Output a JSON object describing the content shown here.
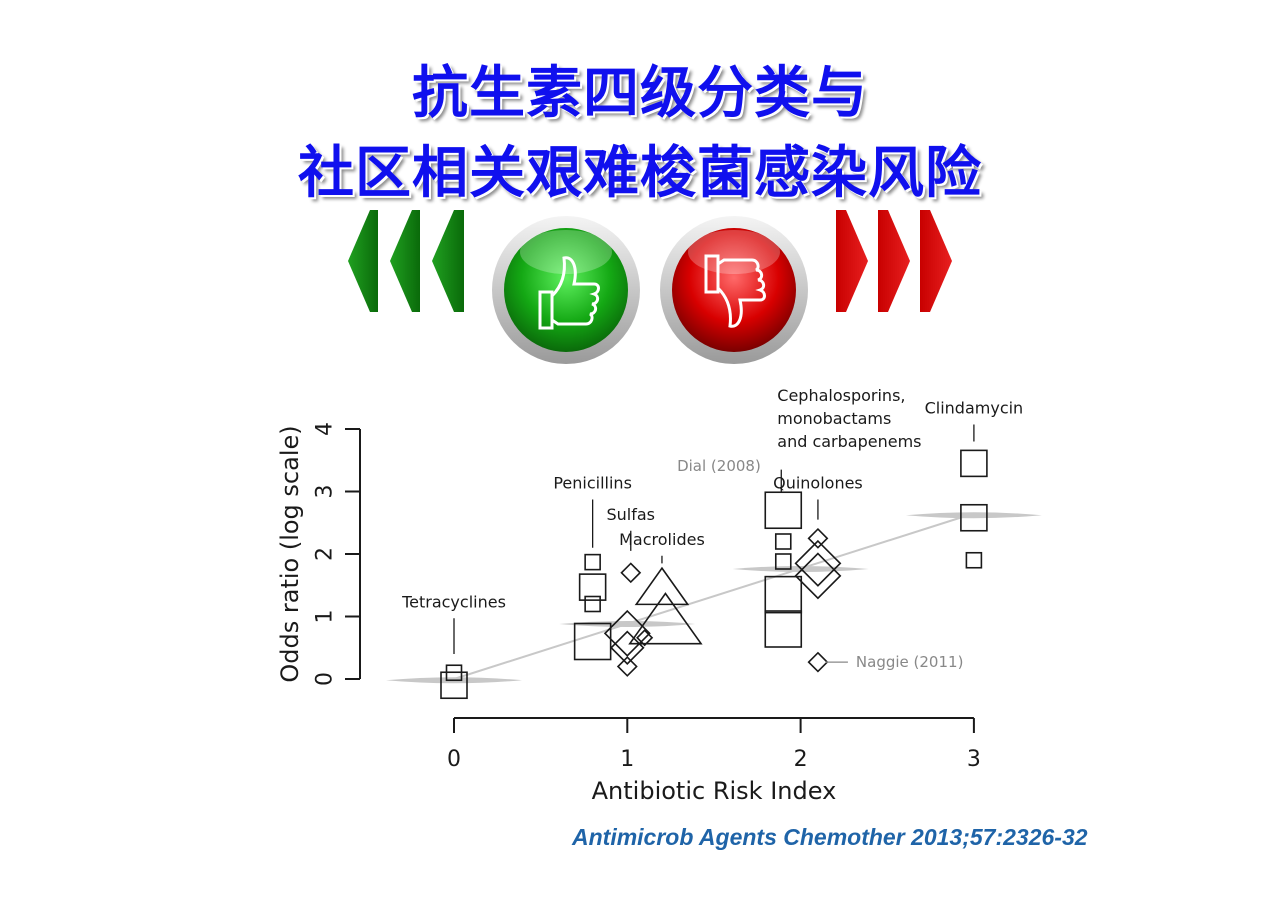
{
  "title": {
    "line1": "抗生素四级分类与",
    "line2": "社区相关艰难梭菌感染风险"
  },
  "citation": "Antimicrob Agents Chemother 2013;57:2326-32",
  "colors": {
    "title": "#1010ee",
    "citation": "#1f64a8",
    "good": "#1a8a1a",
    "bad": "#cc0000",
    "marker_stroke": "#1a1a1a",
    "pooled_band": "#c8c8c8",
    "regression_line": "#c8c8c8",
    "annotation_gray": "#888888"
  },
  "icons": [
    "arrow-left-icon",
    "thumbs-up-icon",
    "thumbs-down-icon",
    "arrow-right-icon"
  ],
  "chart_data": {
    "type": "scatter",
    "xlabel": "Antibiotic Risk Index",
    "ylabel": "Odds ratio (log scale)",
    "xlim": [
      0,
      3
    ],
    "ylim": [
      0,
      4
    ],
    "xticks": [
      0,
      1,
      2,
      3
    ],
    "yticks": [
      0,
      1,
      2,
      3,
      4
    ],
    "regression_line": {
      "x": [
        0,
        3
      ],
      "y": [
        0,
        2.65
      ]
    },
    "pooled_estimates": [
      {
        "x": 0,
        "y": -0.02
      },
      {
        "x": 1,
        "y": 0.88
      },
      {
        "x": 2,
        "y": 1.76
      },
      {
        "x": 3,
        "y": 2.62
      }
    ],
    "points": [
      {
        "group": "Tetracyclines",
        "shape": "square",
        "x": 0.0,
        "y": 0.1,
        "size": "small"
      },
      {
        "group": "Tetracyclines",
        "shape": "square",
        "x": 0.0,
        "y": -0.1,
        "size": "medium"
      },
      {
        "group": "Penicillins",
        "shape": "square",
        "x": 0.8,
        "y": 1.87,
        "size": "small"
      },
      {
        "group": "Penicillins",
        "shape": "square",
        "x": 0.8,
        "y": 1.47,
        "size": "medium"
      },
      {
        "group": "Penicillins",
        "shape": "square",
        "x": 0.8,
        "y": 1.2,
        "size": "small"
      },
      {
        "group": "Penicillins",
        "shape": "square",
        "x": 0.8,
        "y": 0.6,
        "size": "large"
      },
      {
        "group": "Sulfas",
        "shape": "diamond",
        "x": 1.02,
        "y": 1.7,
        "size": "small"
      },
      {
        "group": "Sulfas",
        "shape": "diamond",
        "x": 1.0,
        "y": 0.73,
        "size": "large"
      },
      {
        "group": "Sulfas",
        "shape": "diamond",
        "x": 1.0,
        "y": 0.5,
        "size": "medium"
      },
      {
        "group": "Sulfas",
        "shape": "diamond",
        "x": 1.0,
        "y": 0.2,
        "size": "small"
      },
      {
        "group": "Sulfas",
        "shape": "diamond",
        "x": 1.1,
        "y": 0.66,
        "size": "tiny"
      },
      {
        "group": "Macrolides",
        "shape": "triangle",
        "x": 1.2,
        "y": 1.4,
        "size": "medium"
      },
      {
        "group": "Macrolides",
        "shape": "triangle",
        "x": 1.22,
        "y": 0.85,
        "size": "large"
      },
      {
        "group": "Cephalosporins, monobactams and carbapenems",
        "shape": "square",
        "x": 1.9,
        "y": 2.7,
        "size": "large"
      },
      {
        "group": "Cephalosporins, monobactams and carbapenems",
        "shape": "square",
        "x": 1.9,
        "y": 2.2,
        "size": "small"
      },
      {
        "group": "Cephalosporins, monobactams and carbapenems",
        "shape": "square",
        "x": 1.9,
        "y": 1.88,
        "size": "small"
      },
      {
        "group": "Cephalosporins, monobactams and carbapenems",
        "shape": "square",
        "x": 1.9,
        "y": 1.35,
        "size": "large"
      },
      {
        "group": "Cephalosporins, monobactams and carbapenems",
        "shape": "square",
        "x": 1.9,
        "y": 0.8,
        "size": "large"
      },
      {
        "group": "Quinolones",
        "shape": "diamond",
        "x": 2.1,
        "y": 2.25,
        "size": "small"
      },
      {
        "group": "Quinolones",
        "shape": "diamond",
        "x": 2.1,
        "y": 1.85,
        "size": "large"
      },
      {
        "group": "Quinolones",
        "shape": "diamond",
        "x": 2.1,
        "y": 1.65,
        "size": "large"
      },
      {
        "group": "Quinolones",
        "shape": "diamond",
        "x": 2.1,
        "y": 0.27,
        "size": "small"
      },
      {
        "group": "Clindamycin",
        "shape": "square",
        "x": 3.0,
        "y": 3.45,
        "size": "medium"
      },
      {
        "group": "Clindamycin",
        "shape": "square",
        "x": 3.0,
        "y": 2.58,
        "size": "medium"
      },
      {
        "group": "Clindamycin",
        "shape": "square",
        "x": 3.0,
        "y": 1.9,
        "size": "small"
      }
    ],
    "labels": [
      {
        "text": "Tetracyclines",
        "x": 0.0,
        "y": 1.1,
        "leader_to": 0.4,
        "color": "dark"
      },
      {
        "text": "Penicillins",
        "x": 0.8,
        "y": 3.0,
        "leader_to": 2.1,
        "color": "dark"
      },
      {
        "text": "Sulfas",
        "x": 1.02,
        "y": 2.5,
        "leader_to": 2.05,
        "color": "dark"
      },
      {
        "text": "Macrolides",
        "x": 1.2,
        "y": 2.1,
        "leader_to": 1.85,
        "color": "dark"
      },
      {
        "text": "Quinolones",
        "x": 2.1,
        "y": 3.0,
        "leader_to": 2.55,
        "color": "dark"
      },
      {
        "text": "Clindamycin",
        "x": 3.0,
        "y": 4.2,
        "leader_to": 3.8,
        "color": "dark"
      }
    ],
    "ceph_label": {
      "lines": [
        "Cephalosporins,",
        "monobactams",
        "and carbapenems"
      ],
      "x": 1.9,
      "y": 4.45,
      "leader_from": 3.35,
      "leader_to": 3.0
    },
    "dial_label": {
      "text": "Dial (2008)",
      "x": 1.5,
      "y": 3.33
    },
    "naggie_label": {
      "text": "Naggie (2011)",
      "x": 2.25,
      "y": 0.27
    }
  }
}
